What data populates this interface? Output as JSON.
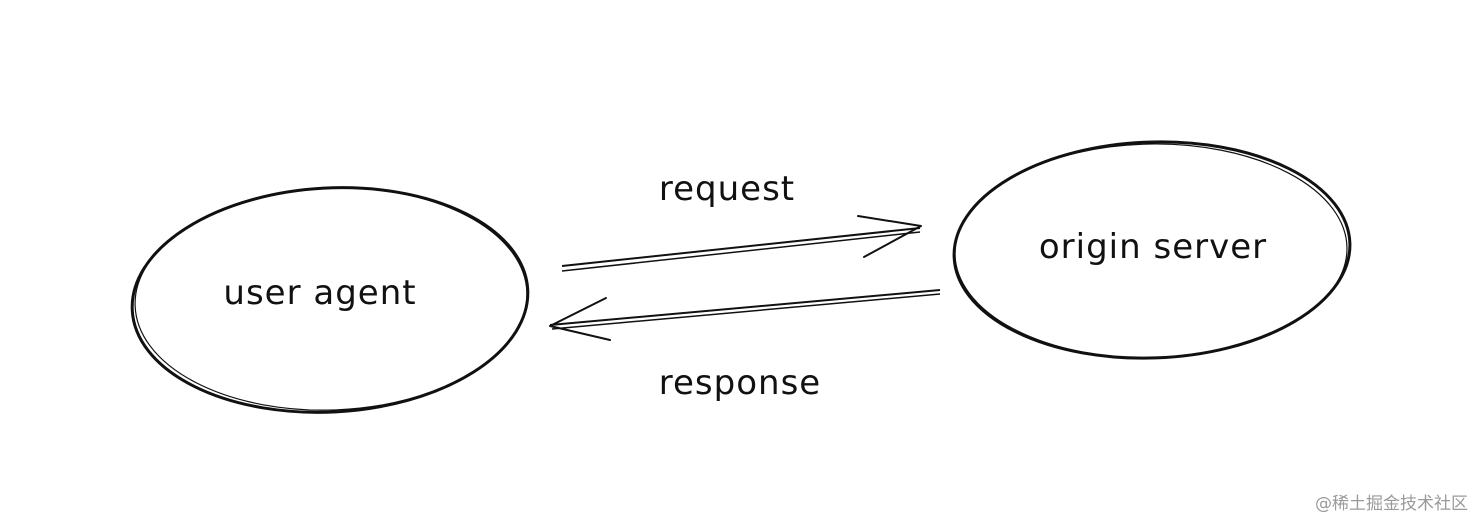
{
  "diagram": {
    "nodes": {
      "user_agent": {
        "label": "user agent"
      },
      "origin_server": {
        "label": "origin server"
      }
    },
    "edges": {
      "request": {
        "label": "request",
        "from": "user agent",
        "to": "origin server"
      },
      "response": {
        "label": "response",
        "from": "origin server",
        "to": "user agent"
      }
    }
  },
  "watermark": {
    "text": "@稀土掘金技术社区"
  },
  "colors": {
    "stroke": "#111111",
    "background": "#ffffff",
    "watermark": "#9a9a9a"
  }
}
